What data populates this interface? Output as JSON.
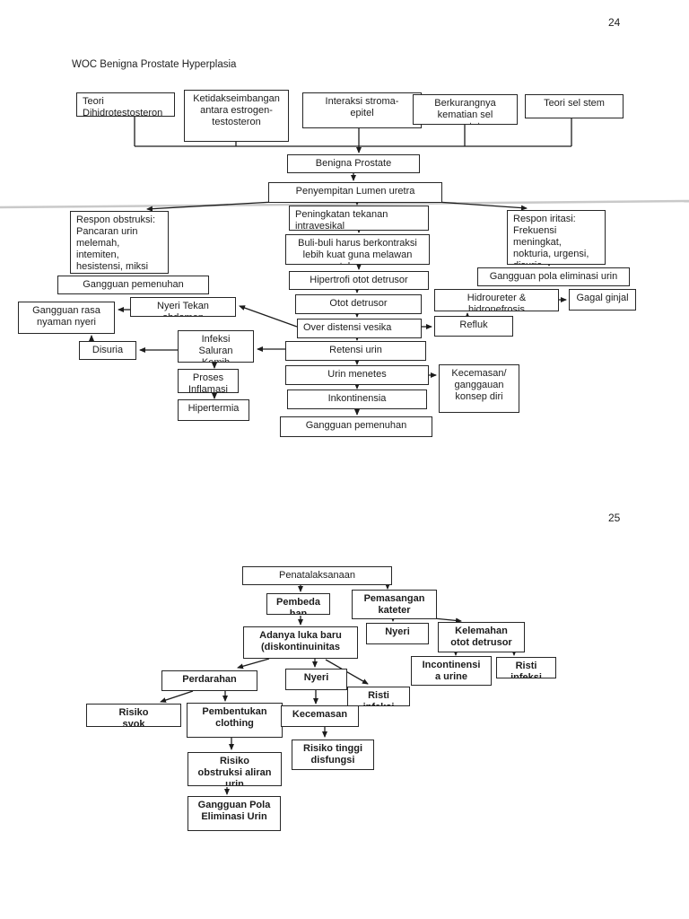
{
  "page24": {
    "page_number": "24",
    "title": "WOC Benigna Prostate Hyperplasia",
    "nodes": {
      "teori": "Teori\nDihidrotestosteron",
      "ketidakseimbangan": "Ketidakseimbangan\nantara estrogen-\ntestosteron",
      "interaksi": "Interaksi stroma-\nepitel",
      "berkurangnya": "Berkurangnya\nkematian sel\nprostat",
      "teori_sel_stem": "Teori sel stem",
      "benigna": "Benigna Prostate",
      "penyempitan": "Penyempitan Lumen uretra",
      "peningkatan": "Peningkatan tekanan\nintravesikal",
      "respon_obstruksi": "Respon obstruksi:\nPancaran urin\nmelemah,\nintemiten,\nhesistensi, miksi\ntidak puas",
      "gangguan_pemenuhan_kiri": "Gangguan pemenuhan",
      "respon_iritasi": "Respon iritasi:\nFrekuensi\nmeningkat,\nnokturia, urgensi,\ndisuria",
      "gangguan_pola_eliminasi": "Gangguan pola eliminasi urin",
      "hidroureter": "Hidroureter &\nhidronefrosis",
      "gagal_ginjal": "Gagal ginjal",
      "refluk": "Refluk",
      "buli_buli": "Buli-buli harus berkontraksi\nlebih kuat guna melawan\ntahanan",
      "hipertrofi": "Hipertrofi otot detrusor",
      "otot_detrusor": "Otot detrusor",
      "over_distensi": "Over distensi vesika",
      "retensi_urin": "Retensi urin",
      "urin_menetes": "Urin menetes",
      "inkontinensia": "Inkontinensia",
      "gangguan_pemenuhan_bawah": "Gangguan pemenuhan",
      "kecemasan_konsep": "Kecemasan/\nganggauan\nkonsep diri",
      "nyeri_tekan": "Nyeri Tekan\nabdomen",
      "gangguan_rasa": "Gangguan rasa\nnyaman nyeri",
      "disuria": "Disuria",
      "infeksi_saluran": "Infeksi\nSaluran\nKemih",
      "proses_inflamasi": "Proses\nInflamasi",
      "hipertermia": "Hipertermia"
    }
  },
  "page25": {
    "page_number": "25",
    "nodes": {
      "penatalaksanaan": "Penatalaksanaan",
      "pembedahan": "Pembeda\nhan",
      "pemasangan_kateter": "Pemasangan\nkateter",
      "nyeri_kateter": "Nyeri",
      "kelemahan": "Kelemahan\notot detrusor",
      "incontinensi": "Incontinensi\na urine",
      "risti_kanan": "Risti\ninfeksi",
      "adanya_luka": "Adanya luka baru\n(diskontinuinitas",
      "perdarahan": "Perdarahan",
      "nyeri_luka": "Nyeri",
      "risti_tengah": "Risti\ninfeksi",
      "risiko_kiri": "Risiko\nsyok",
      "pembentukan_clothing": "Pembentukan\nclothing",
      "kecemasan": "Kecemasan",
      "risiko_tinggi_disfungsi": "Risiko tinggi\ndisfungsi",
      "risiko_obstruksi": "Risiko\nobstruksi aliran\nurin",
      "gangguan_pola_eliminasi_urin": "Gangguan Pola\nEliminasi Urin"
    }
  }
}
